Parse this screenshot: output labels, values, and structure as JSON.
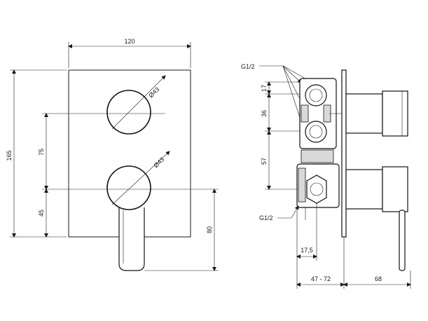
{
  "front_view": {
    "width_dim": "120",
    "height_dim": "165",
    "dim_75": "75",
    "dim_45": "45",
    "dim_80": "80",
    "dia_top": "Ø43",
    "dia_bottom": "Ø43"
  },
  "side_view": {
    "thread_top": "G1/2",
    "thread_bottom": "G1/2",
    "dim_17": "17",
    "dim_36": "36",
    "dim_57": "57",
    "dim_17_5": "17,5",
    "dim_47_72": "47 - 72",
    "dim_68": "68"
  }
}
